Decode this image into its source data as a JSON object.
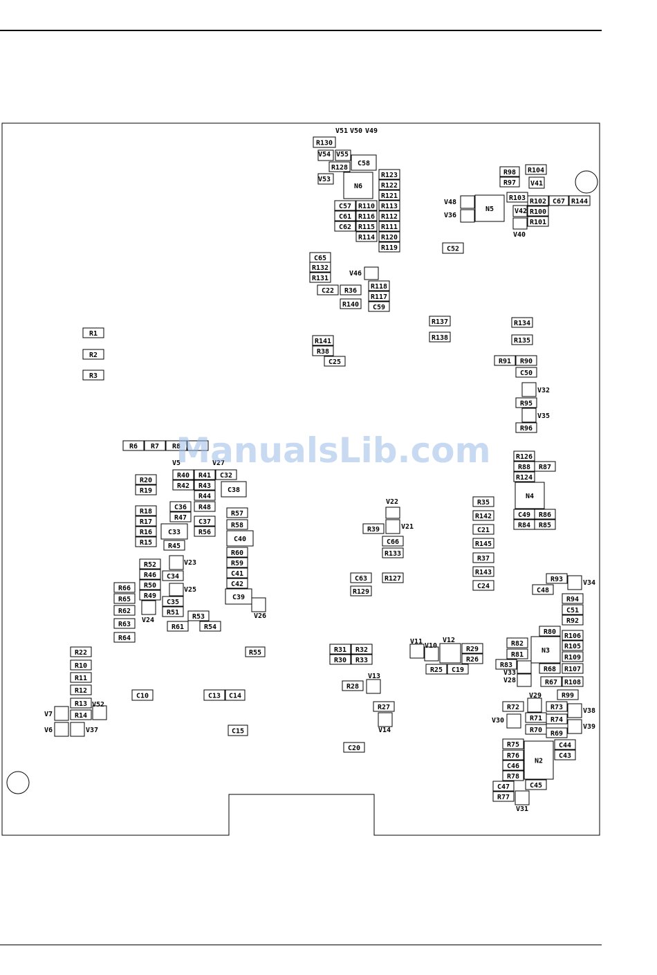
{
  "watermark": "ManualsLib.com",
  "components": [
    "V51",
    "V50",
    "V49",
    "R130",
    "V54",
    "V55",
    "C58",
    "R128",
    "V53",
    "N6",
    "R123",
    "R122",
    "R121",
    "C57",
    "R110",
    "R113",
    "C61",
    "R116",
    "R112",
    "C62",
    "R115",
    "R111",
    "R114",
    "R120",
    "R119",
    "R98",
    "R104",
    "R97",
    "V41",
    "R103",
    "R102",
    "C67",
    "R144",
    "V48",
    "N5",
    "V42",
    "R100",
    "V36",
    "R101",
    "V40",
    "C52",
    "C65",
    "R132",
    "R131",
    "V46",
    "C22",
    "R36",
    "R118",
    "R117",
    "R140",
    "C59",
    "R1",
    "R2",
    "R3",
    "R137",
    "R134",
    "R138",
    "R135",
    "R141",
    "R38",
    "C25",
    "R91",
    "R90",
    "C50",
    "V32",
    "R95",
    "V35",
    "R96",
    "R6",
    "R7",
    "R8",
    "V5",
    "V27",
    "R20",
    "R40",
    "R41",
    "C32",
    "R19",
    "R42",
    "R43",
    "C38",
    "R44",
    "R18",
    "C36",
    "R48",
    "R17",
    "R47",
    "C37",
    "R57",
    "R16",
    "C33",
    "R56",
    "R58",
    "C40",
    "R15",
    "R45",
    "R60",
    "R52",
    "V23",
    "R59",
    "R46",
    "C34",
    "C41",
    "R66",
    "R50",
    "C42",
    "V25",
    "R65",
    "R49",
    "C39",
    "C35",
    "R62",
    "R51",
    "R53",
    "V26",
    "V24",
    "R63",
    "R61",
    "R54",
    "R64",
    "R126",
    "R88",
    "R87",
    "R124",
    "N4",
    "R35",
    "C49",
    "R86",
    "V22",
    "R142",
    "R84",
    "R85",
    "V21",
    "R39",
    "C21",
    "C66",
    "R145",
    "R133",
    "R37",
    "C63",
    "R127",
    "R143",
    "R129",
    "C24",
    "R93",
    "V34",
    "C48",
    "R94",
    "C51",
    "R92",
    "R80",
    "R106",
    "R82",
    "N3",
    "R105",
    "R81",
    "R109",
    "R83",
    "R68",
    "R107",
    "V33",
    "V28",
    "R67",
    "R108",
    "V29",
    "R99",
    "R72",
    "R73",
    "V38",
    "V30",
    "R71",
    "R74",
    "V39",
    "R70",
    "R69",
    "R75",
    "C44",
    "R76",
    "N2",
    "C43",
    "C46",
    "R78",
    "C47",
    "C45",
    "R77",
    "V31",
    "R22",
    "R10",
    "R11",
    "R12",
    "R13",
    "V52",
    "V7",
    "R14",
    "V6",
    "V37",
    "C10",
    "C13",
    "C14",
    "C15",
    "R55",
    "R31",
    "R32",
    "R30",
    "R33",
    "V11",
    "V10",
    "V12",
    "R29",
    "R26",
    "R25",
    "C19",
    "V13",
    "R28",
    "R27",
    "V14",
    "C20"
  ]
}
